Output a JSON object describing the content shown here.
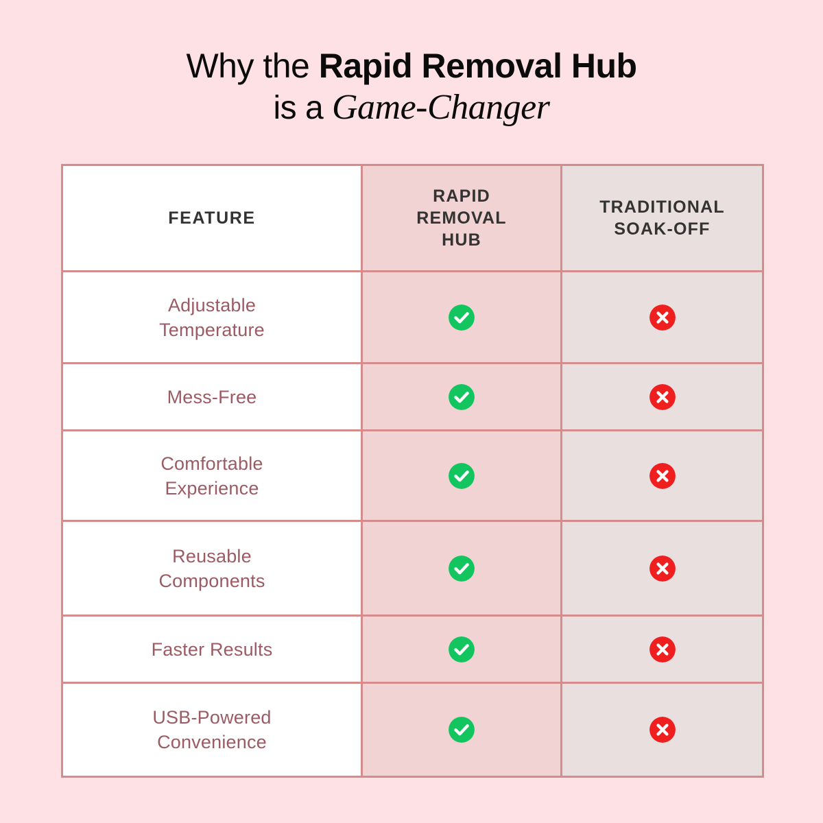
{
  "title": {
    "line1_regular": "Why the ",
    "line1_bold": "Rapid Removal Hub",
    "line2_regular": "is a ",
    "line2_italic": "Game-Changer"
  },
  "table": {
    "columns": [
      {
        "key": "feature",
        "header": "FEATURE"
      },
      {
        "key": "hub",
        "header": "RAPID REMOVAL HUB"
      },
      {
        "key": "traditional",
        "header": "TRADITIONAL SOAK-OFF"
      }
    ],
    "header_hub_lines": [
      "RAPID",
      "REMOVAL",
      "HUB"
    ],
    "header_trad_lines": [
      "TRADITIONAL",
      "SOAK-OFF"
    ],
    "rows": [
      {
        "feature_lines": [
          "Adjustable",
          "Temperature"
        ],
        "hub": "check-circle-icon",
        "traditional": "cross-circle-icon"
      },
      {
        "feature_lines": [
          "Mess-Free"
        ],
        "hub": "check-circle-icon",
        "traditional": "cross-circle-icon"
      },
      {
        "feature_lines": [
          "Comfortable",
          "Experience"
        ],
        "hub": "check-circle-icon",
        "traditional": "cross-circle-icon"
      },
      {
        "feature_lines": [
          "Reusable",
          "Components"
        ],
        "hub": "check-circle-icon",
        "traditional": "cross-circle-icon"
      },
      {
        "feature_lines": [
          "Faster Results"
        ],
        "hub": "check-circle-icon",
        "traditional": "cross-circle-icon"
      },
      {
        "feature_lines": [
          "USB-Powered",
          "Convenience"
        ],
        "hub": "check-circle-icon",
        "traditional": "cross-circle-icon"
      }
    ]
  },
  "colors": {
    "background": "#FDE1E4",
    "border": "#D48C8C",
    "feature_cell_bg": "#FFFFFF",
    "hub_cell_bg": "#F2D3D3",
    "traditional_cell_bg": "#E9DFDF",
    "feature_text": "#9C5B63",
    "header_text": "#333333",
    "title_text": "#0B0B0B",
    "check_green": "#12C55E",
    "cross_red": "#F01F1F"
  },
  "rows_text": {
    "r0_l0": "Adjustable",
    "r0_l1": "Temperature",
    "r1_l0": "Mess-Free",
    "r2_l0": "Comfortable",
    "r2_l1": "Experience",
    "r3_l0": "Reusable",
    "r3_l1": "Components",
    "r4_l0": "Faster Results",
    "r5_l0": "USB-Powered",
    "r5_l1": "Convenience"
  },
  "header_text": {
    "feature": "FEATURE",
    "hub_l0": "RAPID",
    "hub_l1": "REMOVAL",
    "hub_l2": "HUB",
    "trad_l0": "TRADITIONAL",
    "trad_l1": "SOAK-OFF"
  }
}
